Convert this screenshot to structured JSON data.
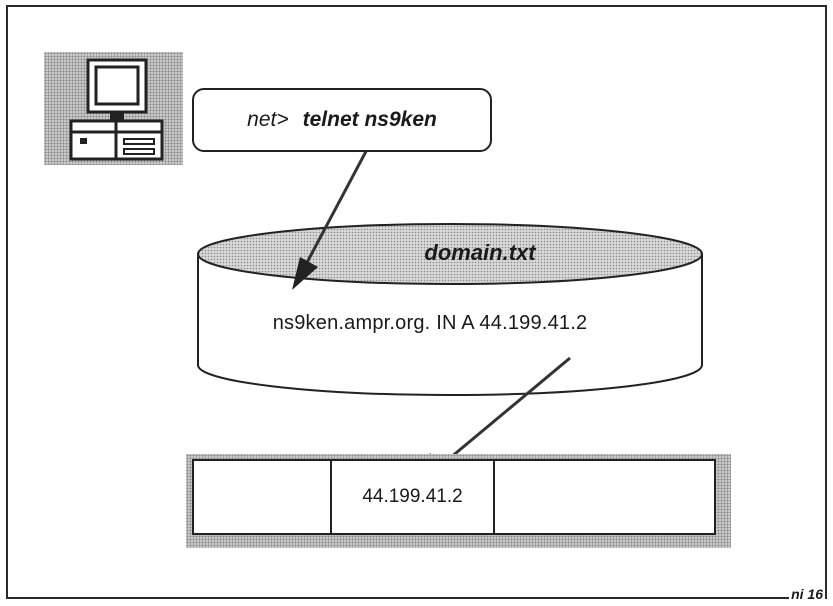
{
  "command": {
    "prompt": "net>",
    "text": "telnet ns9ken"
  },
  "database": {
    "title": "domain.txt",
    "record": "ns9ken.ampr.org.  IN  A  44.199.41.2"
  },
  "table": {
    "cells": [
      "",
      "44.199.41.2",
      ""
    ]
  },
  "page_label": "ni 16",
  "colors": {
    "ink": "#222222",
    "stipple": "#c8c8c8"
  },
  "icons": [
    "computer-icon",
    "arrow-icon"
  ]
}
